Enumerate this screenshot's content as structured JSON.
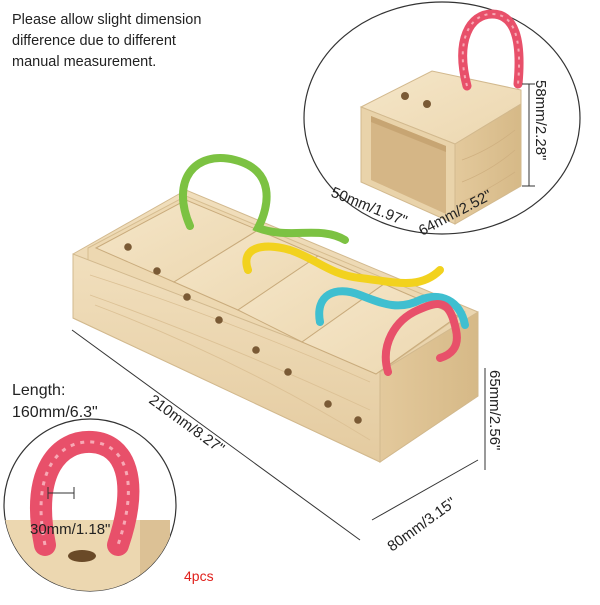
{
  "note": "Please allow slight dimension\ndifference due to different\nmanual measurement.",
  "dimensions": {
    "inset_width": "50mm/1.97\"",
    "inset_depth": "64mm/2.52\"",
    "inset_height": "58mm/2.28\"",
    "box_length": "210mm/8.27\"",
    "box_height": "65mm/2.56\"",
    "box_width": "80mm/3.15\"",
    "rope_thickness": "30mm/1.18\""
  },
  "rope_length": {
    "label": "Length:",
    "value": "160mm/6.3\""
  },
  "quantity": "4pcs",
  "colors": {
    "wood_light": "#f3e2c2",
    "wood_mid": "#e6cfa4",
    "wood_dark": "#c9ab7c",
    "rope_green": "#7cc242",
    "rope_yellow": "#f2d21e",
    "rope_blue": "#3fbfd0",
    "rope_red": "#e8506a",
    "quantity_red": "#e0211c"
  }
}
